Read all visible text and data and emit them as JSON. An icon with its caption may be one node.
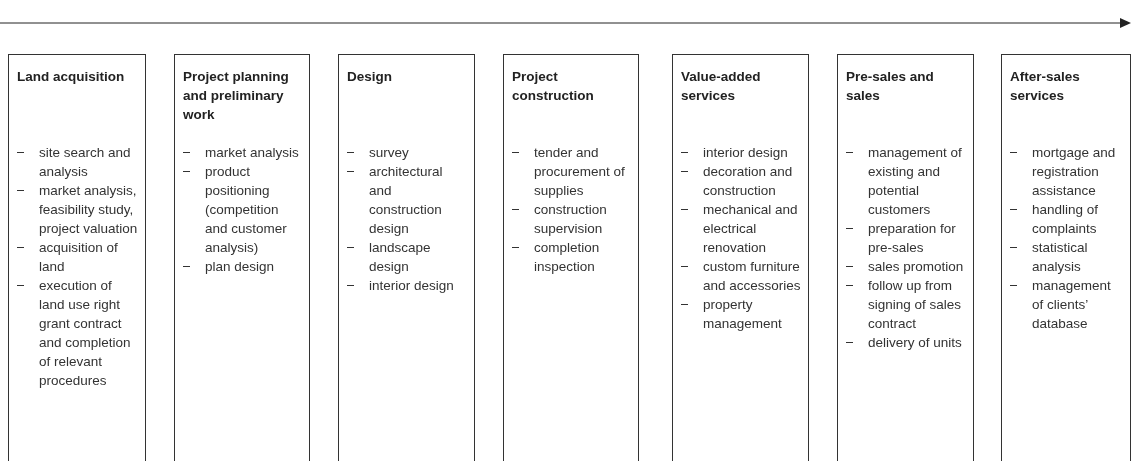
{
  "diagram": {
    "nodes": [
      {
        "text": [
          "Land acquisition",
          "site search and analysis",
          "market analysis, feasibility study, project valuation",
          "acquisition of land",
          "execution of land use right grant contract and completion of relevant procedures"
        ]
      },
      {
        "text": [
          "Project planning and preliminary work",
          "market analysis",
          "product positioning (competition and customer analysis)",
          "plan design"
        ]
      },
      {
        "text": [
          "Design",
          "survey",
          "architectural and construction design",
          "landscape design",
          "interior design"
        ]
      },
      {
        "text": [
          "Project construction",
          "tender and procurement of supplies",
          "construction supervision",
          "completion inspection"
        ]
      },
      {
        "text": [
          "Value-added services",
          "interior design",
          "decoration and construction",
          "mechanical and electrical renovation",
          "custom furniture and accessories",
          "property management"
        ]
      },
      {
        "text": [
          "Pre-sales and sales",
          "management of existing and potential customers",
          "preparation for pre-sales",
          "sales promotion",
          "follow up from signing of sales contract",
          "delivery of units"
        ]
      },
      {
        "text": [
          "After-sales services",
          "mortgage and registration assistance",
          "handling of complaints",
          "statistical analysis",
          "management of clients’ database"
        ]
      }
    ]
  }
}
